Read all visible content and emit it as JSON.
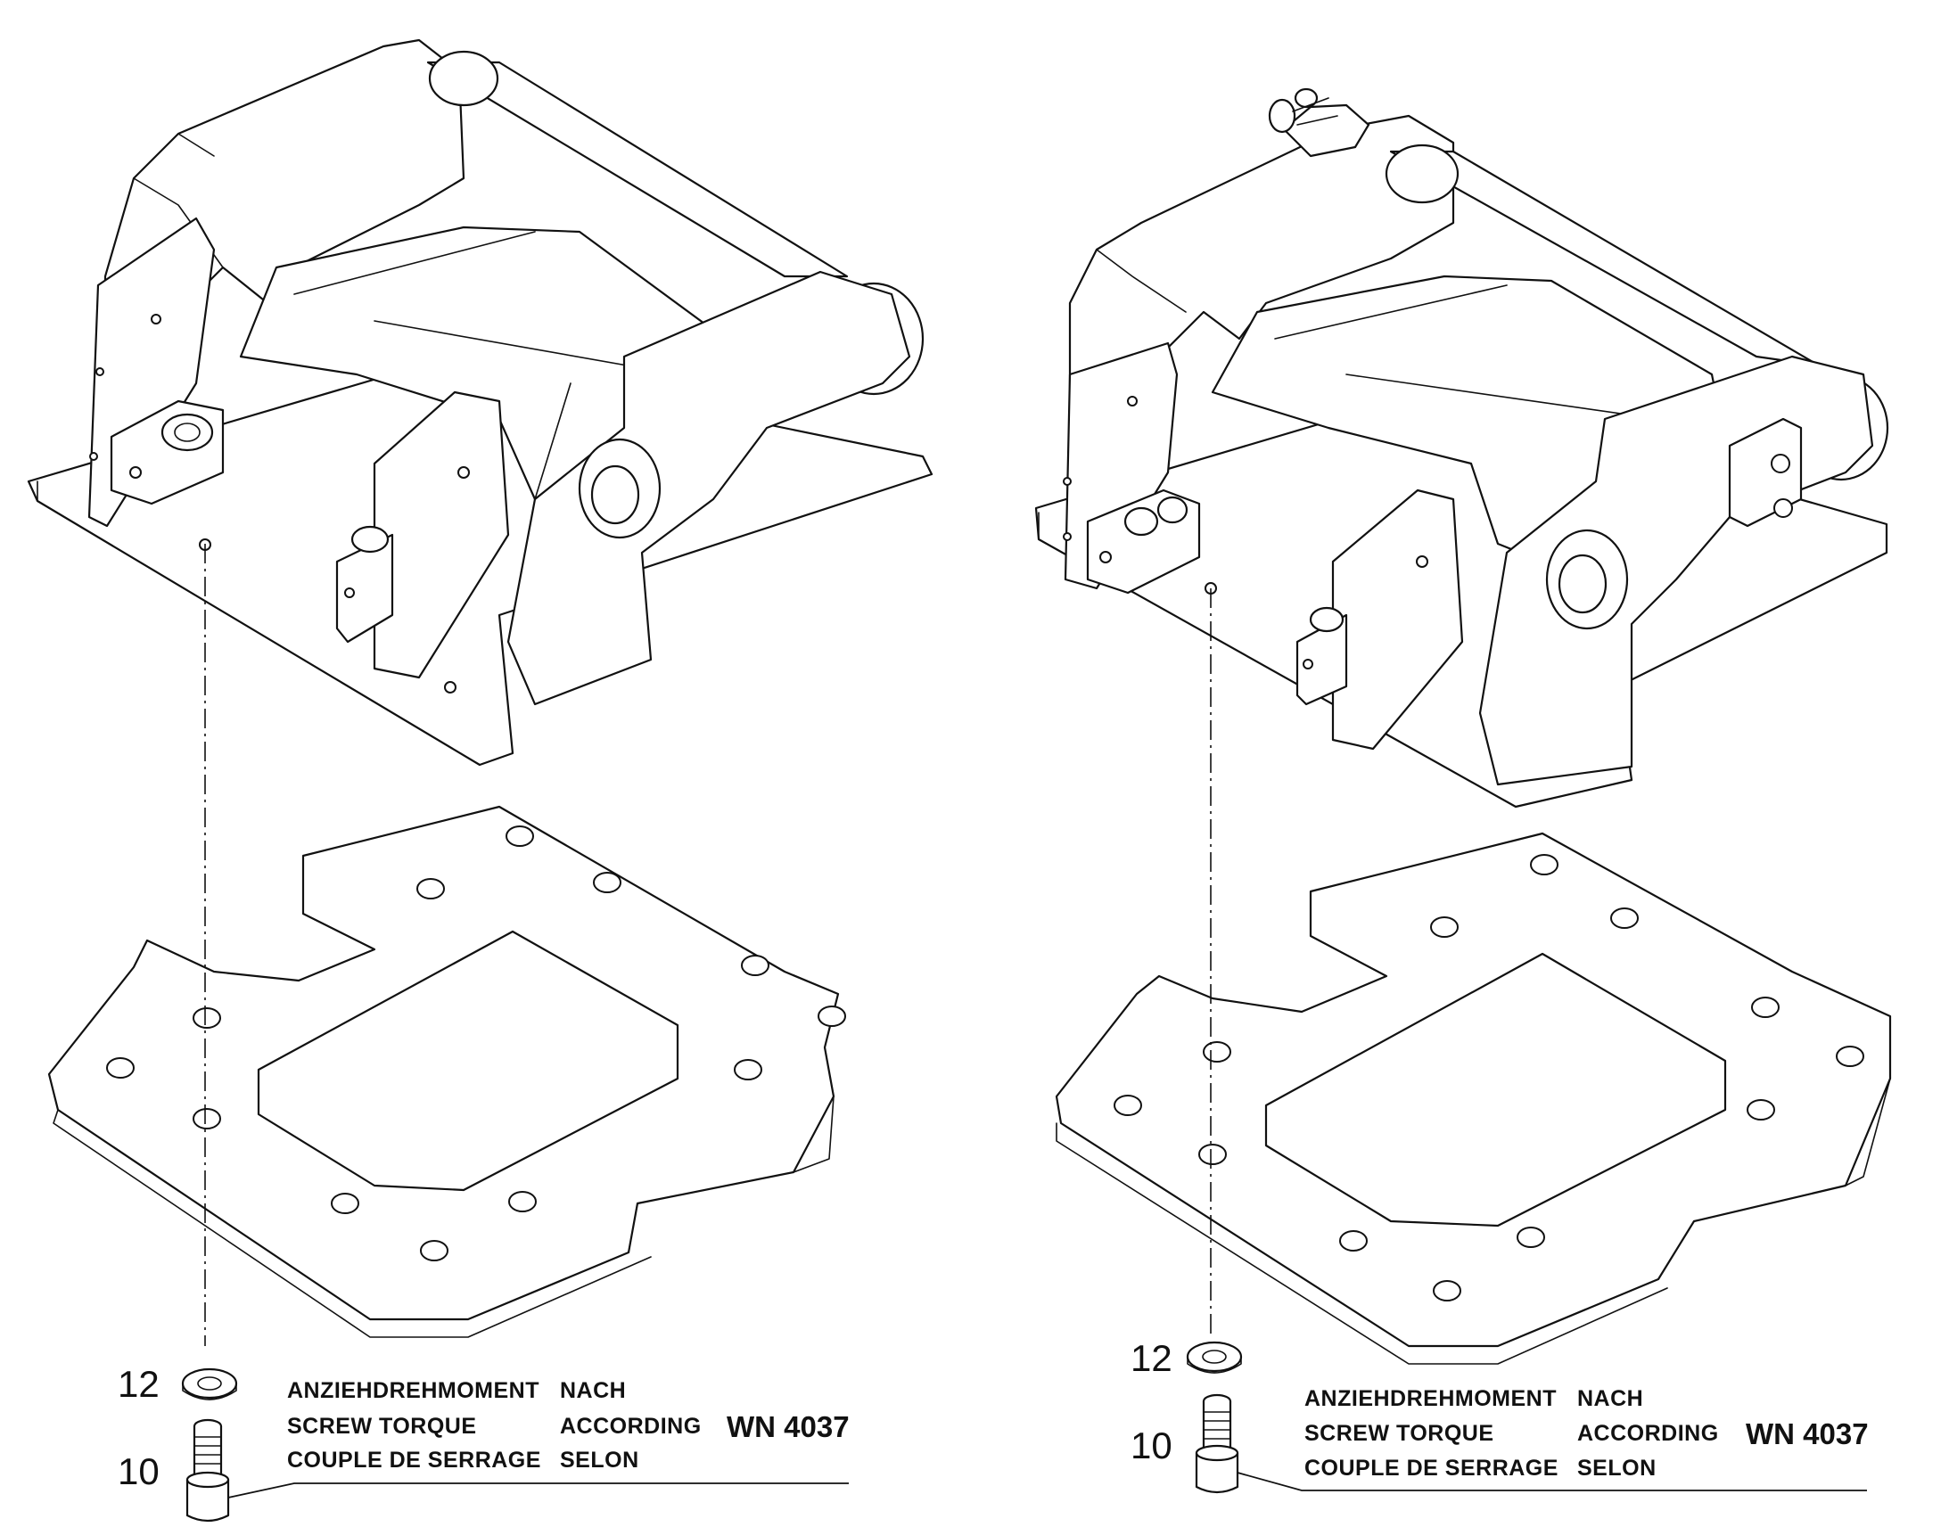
{
  "callouts": {
    "washer_left": "12",
    "screw_left": "10",
    "washer_right": "12",
    "screw_right": "10"
  },
  "torque_note": {
    "line1_left": "ANZIEHDREHMOMENT",
    "line2_left": "SCREW TORQUE",
    "line3_left": "COUPLE DE SERRAGE",
    "line1_right": "NACH",
    "line2_right": "ACCORDING",
    "line3_right": "SELON",
    "standard": "WN 4037"
  }
}
